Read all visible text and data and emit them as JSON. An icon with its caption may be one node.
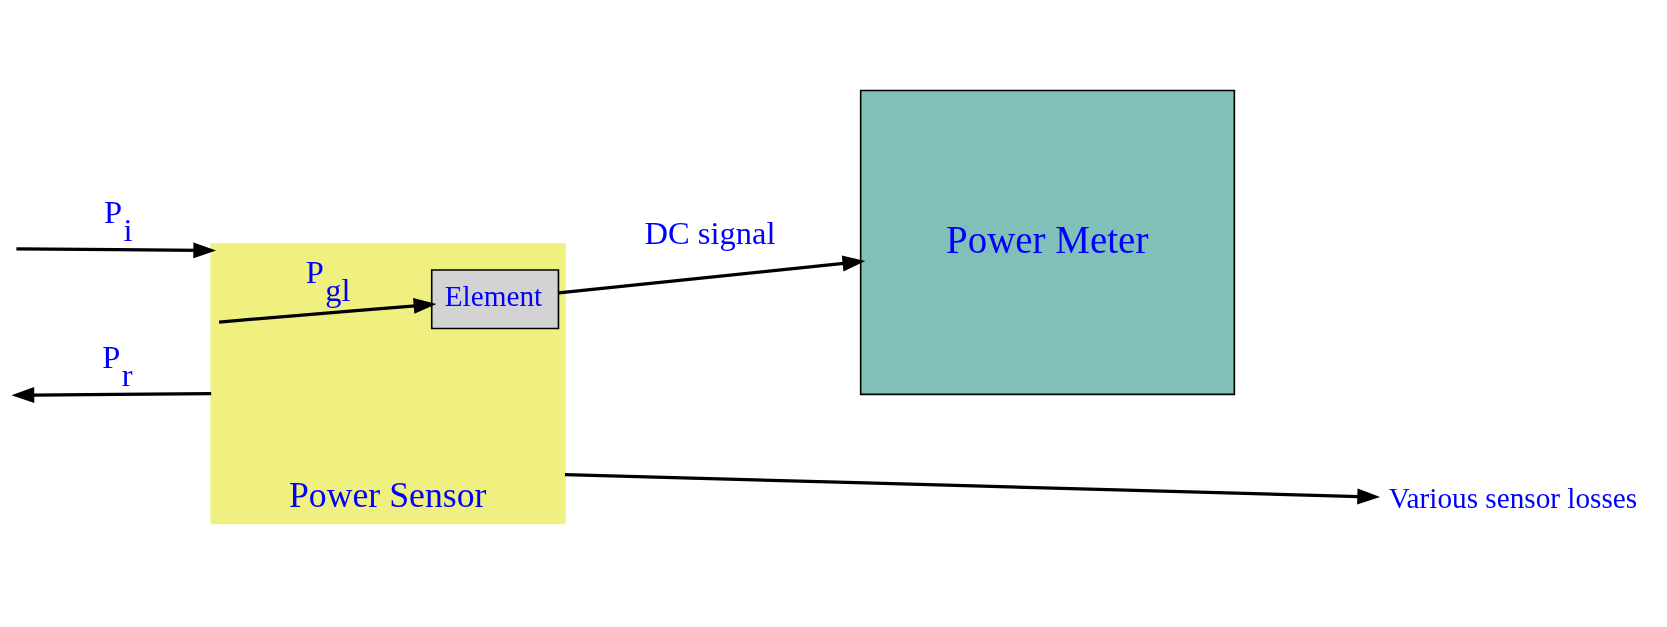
{
  "diagram": {
    "nodes": [
      {
        "text": [
          "Power Sensor"
        ]
      },
      {
        "text": [
          "Element"
        ],
        "in": 0
      },
      {
        "text": [
          "Power Meter"
        ]
      },
      {
        "text": [
          "Various sensor losses"
        ]
      }
    ],
    "edges": [
      {
        "from": null,
        "to": 0,
        "arrow": "to",
        "label": "P$_{i}$"
      },
      {
        "from": 0,
        "to": 1,
        "arrow": "to",
        "label": "P$_{gl}$"
      },
      {
        "from": 0,
        "to": null,
        "arrow": "to",
        "label": "P$_{r}$"
      },
      {
        "from": 1,
        "to": 2,
        "arrow": "to",
        "label": "DC signal"
      },
      {
        "from": 0,
        "to": 3,
        "arrow": "to"
      }
    ]
  }
}
